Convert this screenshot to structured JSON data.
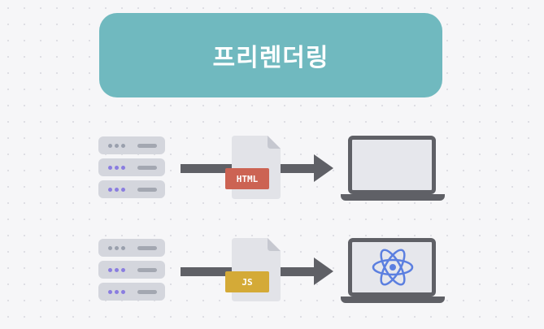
{
  "title": "프리렌더링",
  "rows": [
    {
      "badge_label": "HTML",
      "badge_color": "#cc6353",
      "screen_icon": "none"
    },
    {
      "badge_label": "JS",
      "badge_color": "#d4aa37",
      "screen_icon": "react-icon"
    }
  ],
  "colors": {
    "banner": "#70b9bf",
    "server": "#d4d6dd",
    "server_dot": "#8a7de0",
    "arrow": "#5f6066",
    "react": "#5b7fe0"
  }
}
